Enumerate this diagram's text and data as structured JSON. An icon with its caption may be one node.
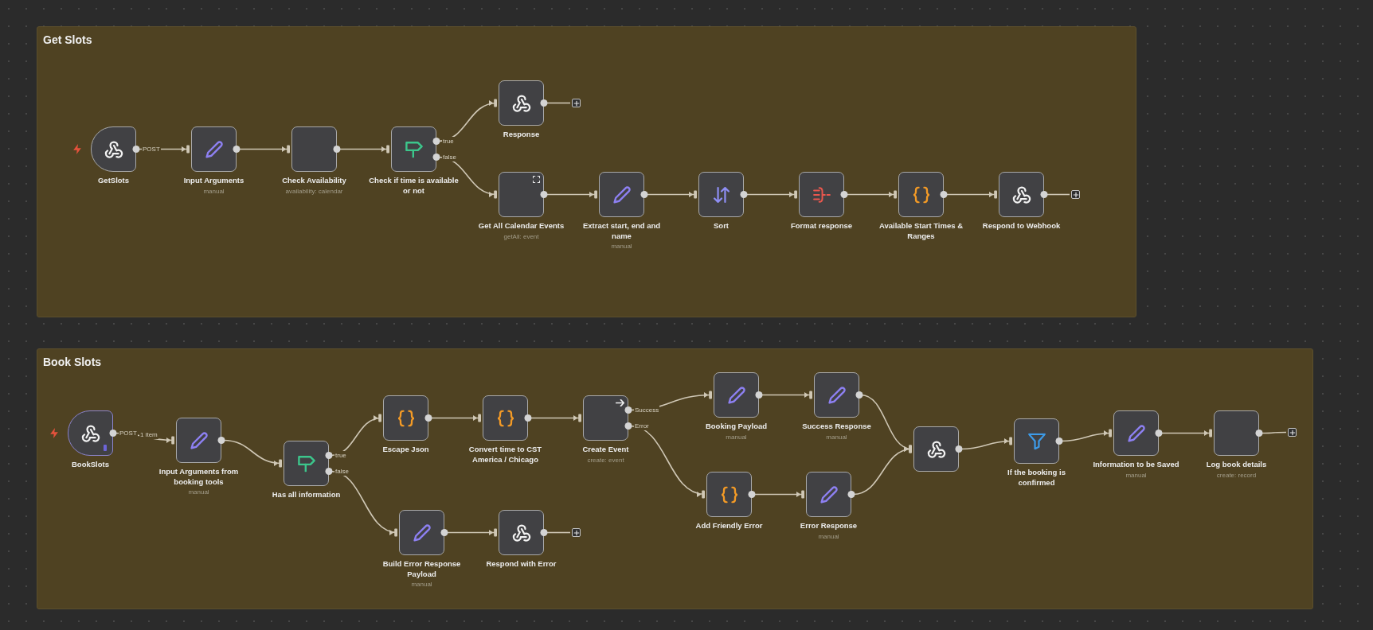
{
  "diagram": {
    "nodes": [
      {
        "text": [
          "Get Slots"
        ]
      },
      {
        "text": [
          "GetSlots"
        ],
        "in": 0
      },
      {
        "text": [
          "Input Arguments",
          "manual"
        ],
        "in": 0
      },
      {
        "text": [
          "Check Availability",
          "availability: calendar"
        ],
        "in": 0
      },
      {
        "text": [
          "Check if time is available or not"
        ],
        "in": 0
      },
      {
        "text": [
          "Response"
        ],
        "in": 0
      },
      {
        "text": [],
        "shape": "box",
        "in": 0
      },
      {
        "text": [
          "Get All Calendar Events",
          "getAll: event"
        ],
        "in": 0
      },
      {
        "text": [
          "Extract start, end and name",
          "manual"
        ],
        "in": 0
      },
      {
        "text": [
          "Sort"
        ],
        "in": 0
      },
      {
        "text": [
          "Format response"
        ],
        "in": 0
      },
      {
        "text": [
          "Available Start Times & Ranges"
        ],
        "in": 0
      },
      {
        "text": [
          "Respond to Webhook"
        ],
        "in": 0
      },
      {
        "text": [],
        "shape": "box",
        "in": 0
      },
      {
        "text": [
          "Book Slots"
        ]
      },
      {
        "text": [
          "BookSlots"
        ],
        "in": 14
      },
      {
        "text": [
          "Input Arguments from booking tools",
          "manual"
        ],
        "in": 14
      },
      {
        "text": [
          "Has all information"
        ],
        "in": 14
      },
      {
        "text": [
          "Escape Json"
        ],
        "in": 14
      },
      {
        "text": [
          "Convert time to CST America / Chicago"
        ],
        "in": 14
      },
      {
        "text": [
          "Create Event",
          "create: event"
        ],
        "in": 14
      },
      {
        "text": [
          "Build Error Response Payload",
          "manual"
        ],
        "in": 14
      },
      {
        "text": [
          "Respond with Error"
        ],
        "in": 14
      },
      {
        "text": [],
        "shape": "box",
        "in": 14
      },
      {
        "text": [
          "Booking Payload",
          "manual"
        ],
        "in": 14
      },
      {
        "text": [
          "Success Response",
          "manual"
        ],
        "in": 14
      },
      {
        "text": [
          "Add Friendly Error"
        ],
        "in": 14
      },
      {
        "text": [
          "Error Response",
          "manual"
        ],
        "in": 14
      },
      {
        "text": [],
        "shape": "box",
        "in": 14
      },
      {
        "text": [
          "If the booking is confirmed"
        ],
        "in": 14
      },
      {
        "text": [
          "Information to be Saved",
          "manual"
        ],
        "in": 14
      },
      {
        "text": [
          "Log book details",
          "create: record"
        ],
        "in": 14
      },
      {
        "text": [],
        "shape": "box",
        "in": 14
      }
    ],
    "edges": [
      {
        "from": 1,
        "to": 2,
        "arrow": "to",
        "label": "POST"
      },
      {
        "from": 2,
        "to": 3,
        "arrow": "to"
      },
      {
        "from": 3,
        "to": 4,
        "arrow": "to"
      },
      {
        "from": 4,
        "to": 5,
        "arrow": "to",
        "label": "true"
      },
      {
        "from": 4,
        "to": 7,
        "arrow": "to",
        "label": "false"
      },
      {
        "from": 5,
        "to": 6,
        "arrow": "none"
      },
      {
        "from": 7,
        "to": 8,
        "arrow": "to"
      },
      {
        "from": 8,
        "to": 9,
        "arrow": "to"
      },
      {
        "from": 9,
        "to": 10,
        "arrow": "to"
      },
      {
        "from": 10,
        "to": 11,
        "arrow": "to"
      },
      {
        "from": 11,
        "to": 12,
        "arrow": "to"
      },
      {
        "from": 12,
        "to": 13,
        "arrow": "none"
      },
      {
        "from": 15,
        "to": 16,
        "arrow": "to",
        "label": "POST"
      },
      {
        "from": 16,
        "to": 17,
        "arrow": "to"
      },
      {
        "from": 17,
        "to": 18,
        "arrow": "to",
        "label": "true"
      },
      {
        "from": 17,
        "to": 21,
        "arrow": "to",
        "label": "false"
      },
      {
        "from": 18,
        "to": 19,
        "arrow": "to"
      },
      {
        "from": 19,
        "to": 20,
        "arrow": "to"
      },
      {
        "from": 20,
        "to": 24,
        "arrow": "to",
        "label": "Success"
      },
      {
        "from": 20,
        "to": 26,
        "arrow": "to",
        "label": "Error"
      },
      {
        "from": 21,
        "to": 22,
        "arrow": "to"
      },
      {
        "from": 22,
        "to": 23,
        "arrow": "none"
      },
      {
        "from": 24,
        "to": 25,
        "arrow": "to"
      },
      {
        "from": 25,
        "to": 28,
        "arrow": "to"
      },
      {
        "from": 26,
        "to": 27,
        "arrow": "to"
      },
      {
        "from": 27,
        "to": 28,
        "arrow": "to"
      },
      {
        "from": 28,
        "to": 29,
        "arrow": "to"
      },
      {
        "from": 29,
        "to": 30,
        "arrow": "to"
      },
      {
        "from": 30,
        "to": 31,
        "arrow": "to"
      },
      {
        "from": 31,
        "to": 32,
        "arrow": "none"
      }
    ],
    "labels": [
      "1 item"
    ]
  }
}
